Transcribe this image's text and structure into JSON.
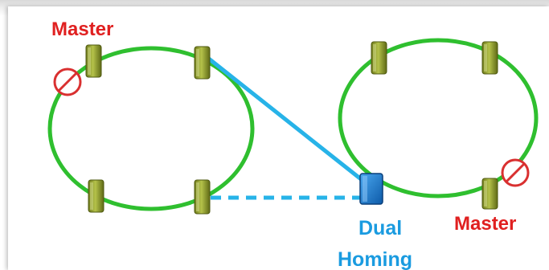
{
  "labels": {
    "master_left": "Master",
    "master_right": "Master",
    "dual_line1": "Dual",
    "dual_line2": "Homing"
  },
  "colors": {
    "ring": "#2fbf2f",
    "link": "#27b3e8",
    "node": "#8f9b2a",
    "dual_node": "#1e78d2",
    "master_text": "#e02020",
    "dual_text": "#1a9be0",
    "blocked": "#d93030"
  },
  "icons": {
    "blocked_port": "prohibited-icon",
    "switch": "switch-node-icon"
  }
}
